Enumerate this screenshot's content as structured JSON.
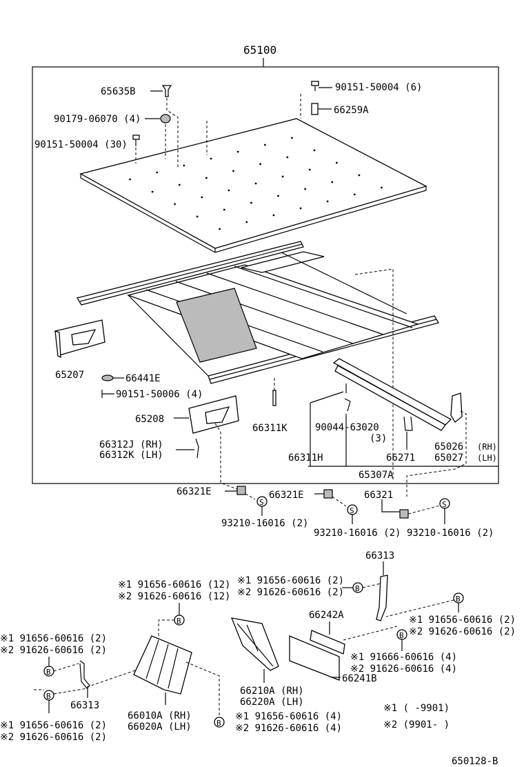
{
  "title": "65100",
  "figure_code": "650128-B",
  "legend": {
    "item1": "※1 (      -9901)",
    "item2": "※2 (9901-      )"
  },
  "labels": {
    "p65635B": "65635B",
    "p90151_50004_6": "90151-50004 (6)",
    "p66259A": "66259A",
    "p90179_06070": "90179-06070 (4)",
    "p90151_50004_30": "90151-50004 (30)",
    "p65207": "65207",
    "p66441E": "66441E",
    "p90151_50006": "90151-50006 (4)",
    "p65208": "65208",
    "p66312J": "66312J (RH)",
    "p66312K": "66312K (LH)",
    "p66311K": "66311K",
    "p90044_63020": "90044-63020",
    "p90044_qty": "(3)",
    "p66311H": "66311H",
    "p66271": "66271",
    "p65026": "65026",
    "p65026_side": "(RH)",
    "p65027": "65027",
    "p65027_side": "(LH)",
    "p65307A": "65307A",
    "p66321E_a": "66321E",
    "p66321E_b": "66321E",
    "p66321": "66321",
    "p93210_a": "93210-16016 (2)",
    "p93210_b": "93210-16016 (2)",
    "p93210_c": "93210-16016 (2)",
    "p66313_top": "66313",
    "c_mid_1": "※1 91656-60616 (12)",
    "c_mid_2": "※2 91626-60616 (12)",
    "c_topr_1": "※1 91656-60616 (2)",
    "c_topr_2": "※2 91626-60616 (2)",
    "c_right_1": "※1 91656-60616 (2)",
    "c_right_2": "※2 91626-60616 (2)",
    "p66242A": "66242A",
    "c_r2_1": "※1 91666-60616 (4)",
    "c_r2_2": "※2 91626-60616 (4)",
    "p66241B": "66241B",
    "c_left_1": "※1 91656-60616 (2)",
    "c_left_2": "※2 91626-60616 (2)",
    "p66313_left": "66313",
    "c_bl_1": "※1 91656-60616 (2)",
    "c_bl_2": "※2 91626-60616 (2)",
    "p66210A": "66210A (RH)",
    "p66220A": "66220A (LH)",
    "p66010A": "66010A (RH)",
    "p66020A": "66020A (LH)",
    "c_bc_1": "※1 91656-60616 (4)",
    "c_bc_2": "※2 91626-60616 (4)",
    "marker_S": "S",
    "marker_B": "B"
  }
}
